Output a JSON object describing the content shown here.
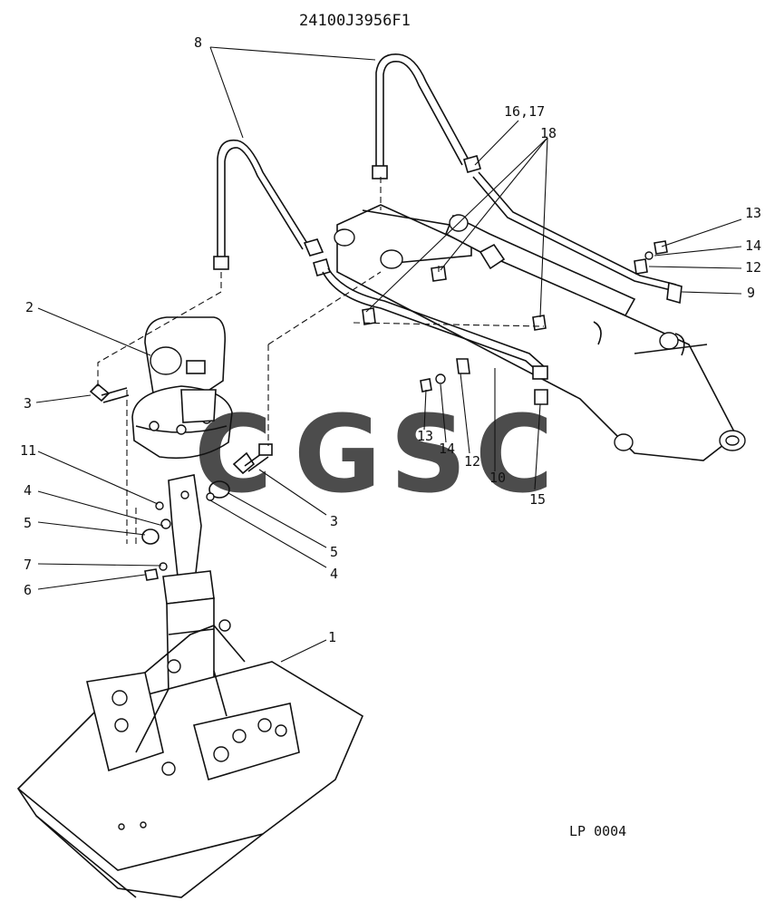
{
  "diagram": {
    "part_number": "24100J3956F1",
    "drawing_code": "LP 0004",
    "watermark": {
      "letters": [
        "C",
        "G",
        "S",
        "C"
      ],
      "colors": [
        "#4f8ef0",
        "#f07b74",
        "#f6d466",
        "#55b488"
      ]
    },
    "callouts": {
      "c8": "8",
      "c16_17": "16,17",
      "c18": "18",
      "c13a": "13",
      "c14a": "14",
      "c12a": "12",
      "c9": "9",
      "c2": "2",
      "c3a": "3",
      "c11": "11",
      "c4a": "4",
      "c5a": "5",
      "c7": "7",
      "c6": "6",
      "c3b": "3",
      "c5b": "5",
      "c4b": "4",
      "c13b": "13",
      "c14b": "14",
      "c12b": "12",
      "c10": "10",
      "c15": "15",
      "c1": "1"
    }
  }
}
